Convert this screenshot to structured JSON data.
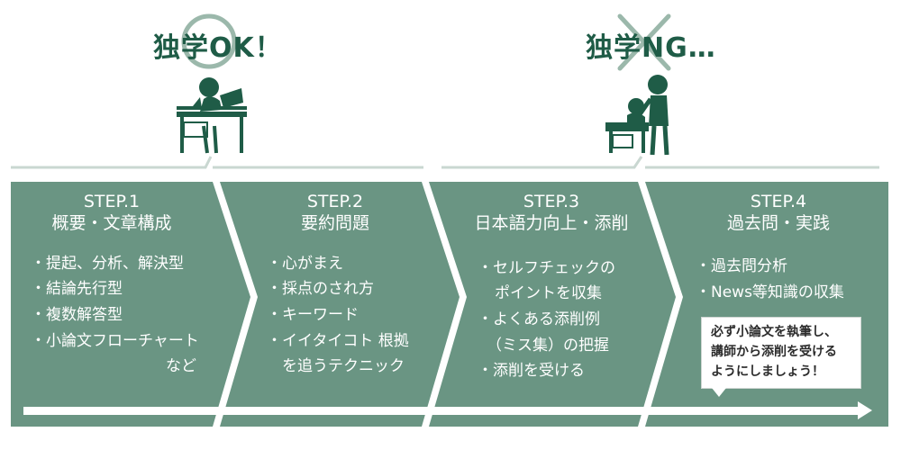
{
  "headings": {
    "ok": "独学OK！",
    "ng": "独学NG…"
  },
  "colors": {
    "panel": "#6a9583",
    "dark_green": "#1f5c47",
    "circle": "#9bb8ab",
    "cross": "#9bb8ab"
  },
  "steps": [
    {
      "title": "STEP.1",
      "subtitle": "概要・文章構成",
      "items": [
        "・提起、分析、解決型",
        "・結論先行型",
        "・複数解答型",
        "・小論文フローチャート",
        "など"
      ]
    },
    {
      "title": "STEP.2",
      "subtitle": "要約問題",
      "items": [
        "・心がまえ",
        "・採点のされ方",
        "・キーワード",
        "・イイタイコト 根拠",
        "を追うテクニック"
      ]
    },
    {
      "title": "STEP.3",
      "subtitle": "日本語力向上・添削",
      "items": [
        "・セルフチェックの",
        "ポイントを収集",
        "・よくある添削例",
        "（ミス集）の把握",
        "・添削を受ける"
      ]
    },
    {
      "title": "STEP.4",
      "subtitle": "過去問・実践",
      "items": [
        "・過去問分析",
        "・News等知識の収集"
      ]
    }
  ],
  "callout": {
    "lines": [
      "必ず小論文を執筆し、",
      "講師から添削を受ける",
      "ようにしましょう！"
    ]
  },
  "icons": {
    "ok_figure": "student-studying-alone-icon",
    "ng_figure": "student-with-teacher-icon",
    "ok_mark": "circle-icon",
    "ng_mark": "cross-icon"
  }
}
